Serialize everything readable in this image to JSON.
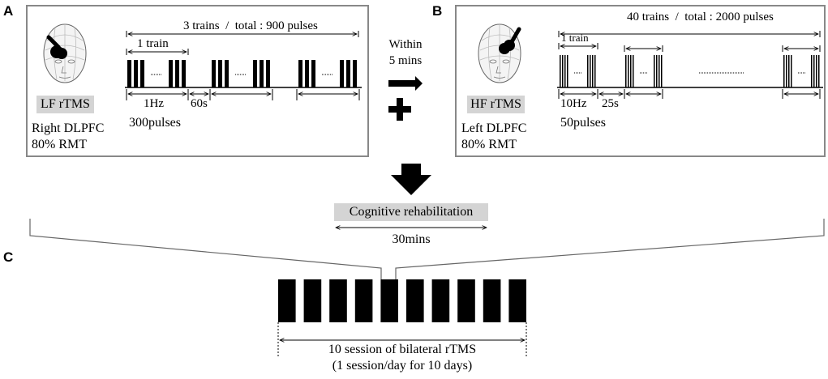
{
  "panel_a": {
    "letter": "A",
    "total_label": "3 trains  /  total : 900 pulses",
    "train_label": "1 train",
    "freq_label": "1Hz",
    "gap_label": "60s",
    "mode_label": "LF rTMS",
    "pulses_label": "300pulses",
    "site_label": "Right DLPFC",
    "rmt_label": "80% RMT"
  },
  "panel_b": {
    "letter": "B",
    "total_label": "40 trains  /  total : 2000 pulses",
    "train_label": "1 train",
    "freq_label": "10Hz",
    "gap_label": "25s",
    "mode_label": "HF rTMS",
    "pulses_label": "50pulses",
    "site_label": "Left DLPFC",
    "rmt_label": "80% RMT"
  },
  "transition": {
    "line1": "Within",
    "line2": "5 mins"
  },
  "rehab": {
    "label": "Cognitive rehabilitation",
    "duration": "30mins"
  },
  "panel_c": {
    "letter": "C",
    "caption_line1": "10 session of bilateral rTMS",
    "caption_line2": "(1 session/day for 10 days)",
    "session_count": 10
  }
}
